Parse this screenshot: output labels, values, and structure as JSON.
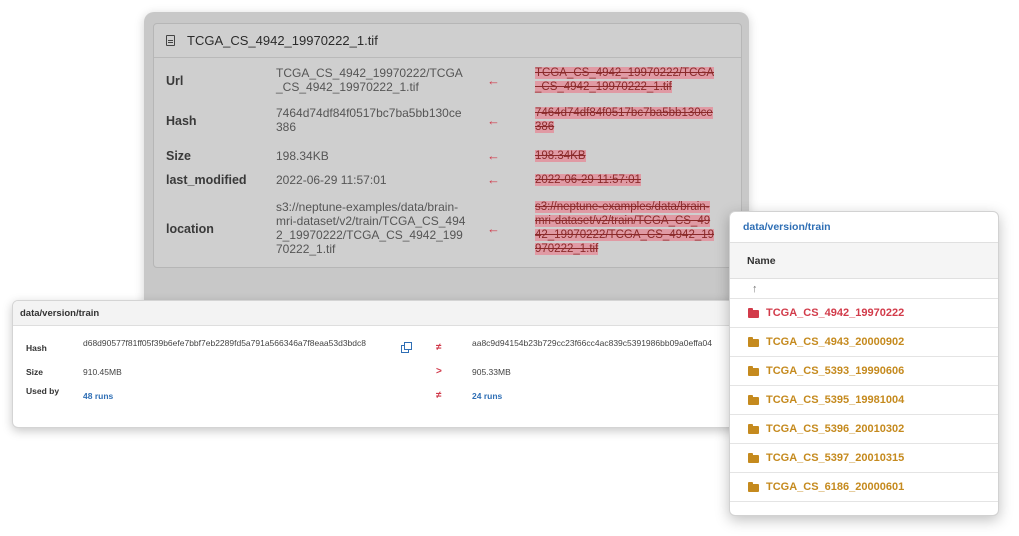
{
  "file_diff": {
    "file_name": "TCGA_CS_4942_19970222_1.tif",
    "arrow_symbol": "←",
    "rows": [
      {
        "key": "Url",
        "new": "TCGA_CS_4942_19970222/TCGA_CS_4942_19970222_1.tif",
        "old": "TCGA_CS_4942_19970222/TCGA_CS_4942_19970222_1.tif"
      },
      {
        "key": "Hash",
        "new": "7464d74df84f0517bc7ba5bb130ce386",
        "old": "7464d74df84f0517bc7ba5bb130ce386"
      },
      {
        "key": "Size",
        "new": "198.34KB",
        "old": "198.34KB"
      },
      {
        "key": "last_modified",
        "new": "2022-06-29 11:57:01",
        "old": "2022-06-29 11:57:01"
      },
      {
        "key": "location",
        "new": "s3://neptune-examples/data/brain-mri-dataset/v2/train/TCGA_CS_4942_19970222/TCGA_CS_4942_19970222_1.tif",
        "old": "s3://neptune-examples/data/brain-mri-dataset/v2/train/TCGA_CS_4942_19970222/TCGA_CS_4942_19970222_1.tif"
      }
    ]
  },
  "train_diff": {
    "title": "data/version/train",
    "rows": [
      {
        "key": "Hash",
        "left": "d68d90577f81ff05f39b6efe7bbf7eb2289fd5a791a566346a7f8eaa53d3bdc8",
        "op": "≠",
        "right": "aa8c9d94154b23b729cc23f66cc4ac839c5391986bb09a0effa04"
      },
      {
        "key": "Size",
        "left": "910.45MB",
        "op": ">",
        "right": "905.33MB"
      },
      {
        "key": "Used by",
        "left": "48 runs",
        "op": "≠",
        "right": "24 runs"
      }
    ]
  },
  "folder_list": {
    "title": "data/version/train",
    "column_header": "Name",
    "up_symbol": "↑",
    "items": [
      {
        "name": "TCGA_CS_4942_19970222",
        "active": true
      },
      {
        "name": "TCGA_CS_4943_20000902",
        "active": false
      },
      {
        "name": "TCGA_CS_5393_19990606",
        "active": false
      },
      {
        "name": "TCGA_CS_5395_19981004",
        "active": false
      },
      {
        "name": "TCGA_CS_5396_20010302",
        "active": false
      },
      {
        "name": "TCGA_CS_5397_20010315",
        "active": false
      },
      {
        "name": "TCGA_CS_6186_20000601",
        "active": false
      }
    ]
  },
  "colors": {
    "accent_blue": "#2f6fb5",
    "folder_gold": "#c58a1e",
    "active_red": "#d23b4a",
    "diff_removed": "#e09aa4"
  }
}
